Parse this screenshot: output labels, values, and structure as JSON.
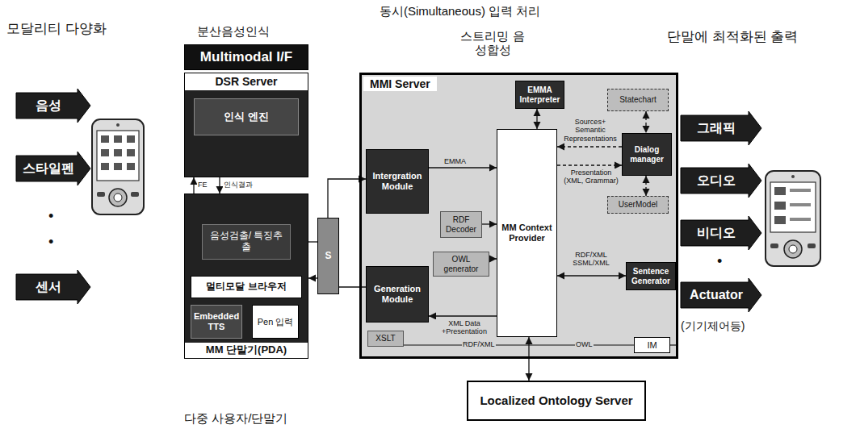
{
  "diagram": {
    "nodes": [
      {
        "text": [
          "음성"
        ]
      },
      {
        "text": [
          "스타일펜"
        ]
      },
      {
        "text": [
          "센서"
        ]
      },
      {
        "text": [
          "Multimodal I/F"
        ]
      },
      {
        "text": [
          "DSR Server"
        ]
      },
      {
        "text": [
          "인식 엔진"
        ],
        "in": 4
      },
      {
        "text": [
          "MM 단말기(PDA)"
        ]
      },
      {
        "text": [
          "음성검출/ 특징추출"
        ],
        "in": 6
      },
      {
        "text": [
          "멀티모달 브라우저"
        ],
        "in": 6
      },
      {
        "text": [
          "Embedded TTS"
        ],
        "in": 6
      },
      {
        "text": [
          "Pen 입력"
        ],
        "in": 6
      },
      {
        "text": [
          "S"
        ]
      },
      {
        "text": [
          "MMI Server"
        ]
      },
      {
        "text": [
          "EMMA Interpreter"
        ],
        "in": 12
      },
      {
        "text": [
          "Statechart"
        ],
        "in": 12
      },
      {
        "text": [
          "Intergration Module"
        ],
        "in": 12
      },
      {
        "text": [
          "Dialog manager"
        ],
        "in": 12
      },
      {
        "text": [
          "UserModel"
        ],
        "in": 12
      },
      {
        "text": [
          "RDF Decoder"
        ],
        "in": 12
      },
      {
        "text": [
          "MM Context Provider"
        ],
        "in": 12
      },
      {
        "text": [
          "OWL generator"
        ],
        "in": 12
      },
      {
        "text": [
          "Sentence Generator"
        ],
        "in": 12
      },
      {
        "text": [
          "Generation Module"
        ],
        "in": 12
      },
      {
        "text": [
          "XSLT"
        ],
        "in": 12
      },
      {
        "text": [
          "IM"
        ],
        "in": 12
      },
      {
        "text": [
          "Localized Ontology Server"
        ]
      },
      {
        "text": [
          "그래픽"
        ]
      },
      {
        "text": [
          "오디오"
        ]
      },
      {
        "text": [
          "비디오"
        ]
      },
      {
        "text": [
          "Actuator"
        ]
      }
    ],
    "edges": [
      {
        "from": 6,
        "to": 4,
        "arrow": "to",
        "label": "FE"
      },
      {
        "from": 4,
        "to": 6,
        "arrow": "to",
        "label": "인식결과"
      },
      {
        "from": 6,
        "to": 11,
        "arrow": "none"
      },
      {
        "from": 11,
        "to": 15,
        "arrow": "to"
      },
      {
        "from": 22,
        "to": 11,
        "arrow": "none"
      },
      {
        "from": 11,
        "to": 6,
        "arrow": "to"
      },
      {
        "from": 15,
        "to": 19,
        "arrow": "to",
        "label": "EMMA"
      },
      {
        "from": 19,
        "to": 13,
        "arrow": "both"
      },
      {
        "from": 16,
        "to": 19,
        "arrow": "to",
        "label": "Sources+ Semantic Representations"
      },
      {
        "from": 19,
        "to": 16,
        "arrow": "to",
        "label": "Presentation (XML, Grammar)"
      },
      {
        "from": 14,
        "to": 16,
        "arrow": "both"
      },
      {
        "from": 17,
        "to": 16,
        "arrow": "both"
      },
      {
        "from": 18,
        "to": 19,
        "arrow": "to"
      },
      {
        "from": 20,
        "to": 19,
        "arrow": "to"
      },
      {
        "from": 21,
        "to": 19,
        "arrow": "both",
        "label": "RDF/XML SSML/XML"
      },
      {
        "from": 19,
        "to": 22,
        "arrow": "to",
        "label": "XML Data +Presentation"
      },
      {
        "from": 19,
        "to": 25,
        "arrow": "both"
      }
    ],
    "labels": [
      "모달리티 다양화",
      "분산음성인식",
      "동시(Simultaneous) 입력 처리",
      "스트리밍 음성합성",
      "단말에 최적화된 출력",
      "•",
      "•",
      "•",
      "(기기제어등)",
      "다중 사용자/단말기",
      "RDF/XML",
      "OWL"
    ]
  }
}
